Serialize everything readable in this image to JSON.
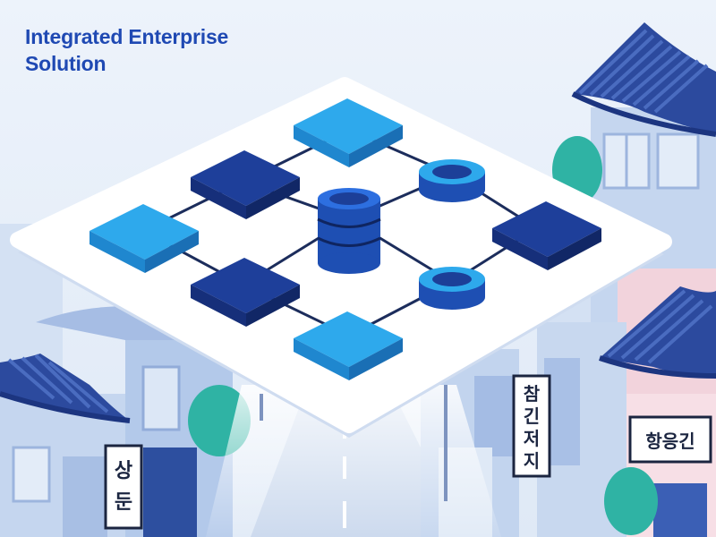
{
  "headline": {
    "line1": "Integrated Enterprise",
    "line2": "Solution"
  },
  "signs": {
    "left": [
      "상",
      "둔"
    ],
    "center": [
      "참",
      "긴",
      "저",
      "지"
    ],
    "right": "항응긴"
  },
  "colors": {
    "headline": "#1f49b3",
    "sky": "#e6eef8",
    "platform": "#ffffff",
    "tile_dark": "#1e3f9a",
    "tile_mid": "#2d6fe0",
    "tile_light": "#2ea9ec",
    "roof": "#2c4a9e",
    "building_blue": "#b9cdea",
    "building_pink": "#f2d3dc",
    "tree": "#2fb3a4"
  },
  "icons": [
    "server-tile",
    "database-cylinder",
    "ring-node",
    "hanok-roof",
    "tree"
  ]
}
